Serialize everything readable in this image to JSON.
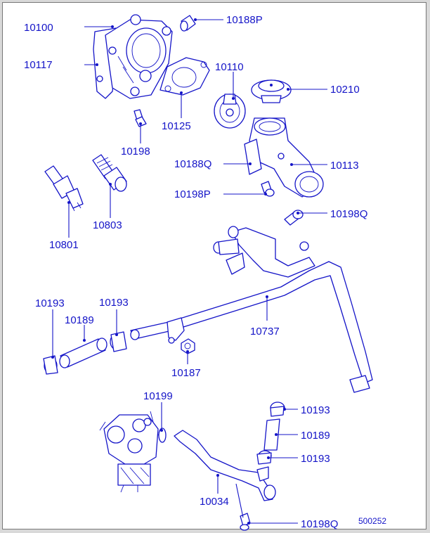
{
  "diagram": {
    "drawing_code": "500252",
    "labels": {
      "l10100": "10100",
      "l10188P": "10188P",
      "l10117": "10117",
      "l10110": "10110",
      "l10210": "10210",
      "l10125": "10125",
      "l10198": "10198",
      "l10188Q": "10188Q",
      "l10113": "10113",
      "l10198P": "10198P",
      "l10803": "10803",
      "l10801": "10801",
      "l10198Q_top": "10198Q",
      "l10193_a": "10193",
      "l10193_b": "10193",
      "l10189_top": "10189",
      "l10737": "10737",
      "l10187": "10187",
      "l10199": "10199",
      "l10193_c": "10193",
      "l10189_bot": "10189",
      "l10193_d": "10193",
      "l10034": "10034",
      "l10198Q_bot": "10198Q"
    }
  }
}
